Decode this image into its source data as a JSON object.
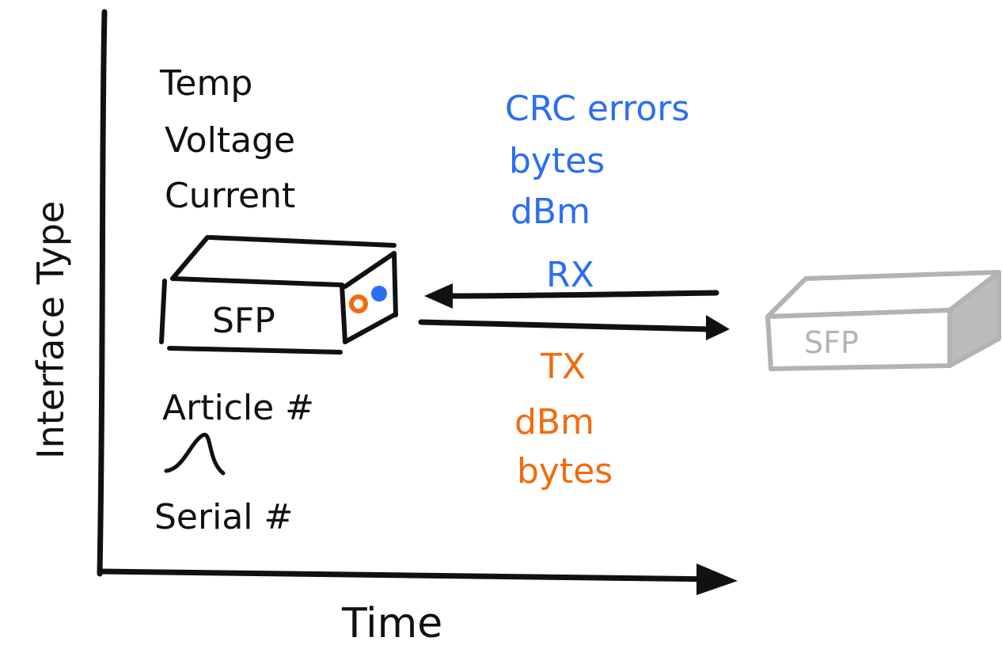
{
  "axes": {
    "y_label": "Interface Type",
    "x_label": "Time"
  },
  "module_attributes": [
    "Temp",
    "Voltage",
    "Current"
  ],
  "identity_attributes": [
    "Article #",
    "Serial #"
  ],
  "local_module": {
    "label": "SFP",
    "port_colors": [
      "#f26b0f",
      "#2b6ef2"
    ]
  },
  "remote_module": {
    "label": "SFP"
  },
  "rx": {
    "label": "RX",
    "metrics": [
      "CRC errors",
      "bytes",
      "dBm"
    ],
    "color": "#2b6ef2"
  },
  "tx": {
    "label": "TX",
    "metrics": [
      "dBm",
      "bytes"
    ],
    "color": "#f26b0f"
  },
  "colors": {
    "ink": "#111111",
    "rx": "#2b6ef2",
    "tx": "#f26b0f",
    "faded": "#b3b3b3"
  }
}
